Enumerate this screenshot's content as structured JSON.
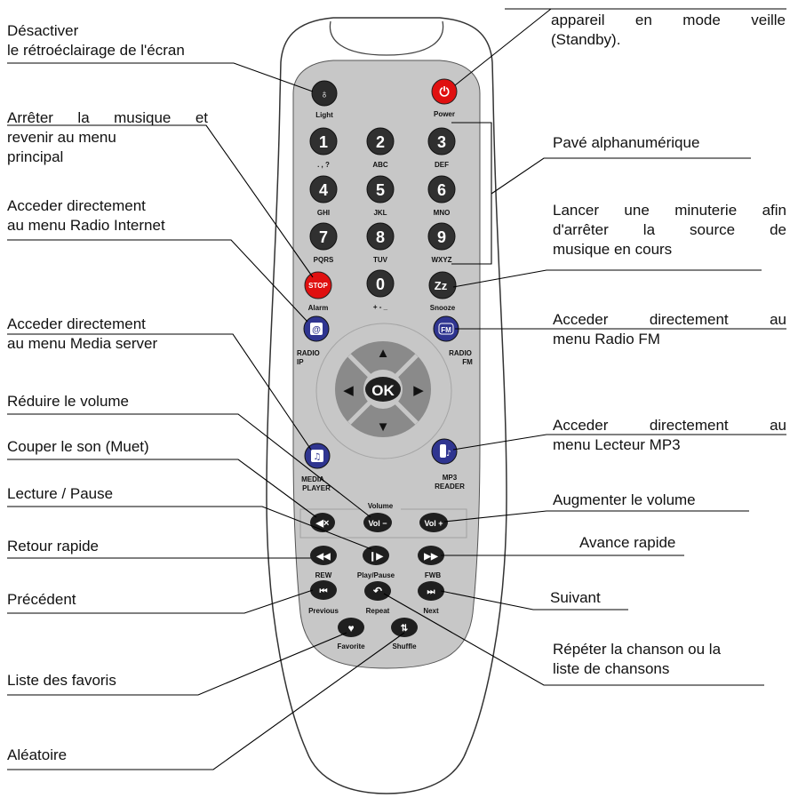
{
  "buttons": {
    "light_label": "Light",
    "power_label": "Power",
    "num1": "1",
    "num1_sub": ". , ?",
    "num2": "2",
    "num2_sub": "ABC",
    "num3": "3",
    "num3_sub": "DEF",
    "num4": "4",
    "num4_sub": "GHI",
    "num5": "5",
    "num5_sub": "JKL",
    "num6": "6",
    "num6_sub": "MNO",
    "num7": "7",
    "num7_sub": "PQRS",
    "num8": "8",
    "num8_sub": "TUV",
    "num9": "9",
    "num9_sub": "WXYZ",
    "num0": "0",
    "num0_sub": "+ - _",
    "stop_glyph": "STOP",
    "alarm_label": "Alarm",
    "snooze_glyph": "Zz",
    "snooze_label": "Snooze",
    "radio_ip_label_1": "RADIO",
    "radio_ip_label_2": "IP",
    "radio_fm_glyph": "FM",
    "radio_fm_label_1": "RADIO",
    "radio_fm_label_2": "FM",
    "ok_label": "OK",
    "media_player_label_1": "MEDIA",
    "media_player_label_2": "PLAYER",
    "mp3_reader_label_1": "MP3",
    "mp3_reader_label_2": "READER",
    "volume_group_label": "Volume",
    "vol_minus": "Vol −",
    "vol_plus": "Vol +",
    "rew_label": "REW",
    "playpause_label": "Play/Pause",
    "fwb_label": "FWB",
    "previous_label": "Previous",
    "repeat_label": "Repeat",
    "next_label": "Next",
    "favorite_label": "Favorite",
    "shuffle_label": "Shuffle"
  },
  "annotations": {
    "backlight": [
      "Désactiver",
      "le rétroéclairage de l'écran"
    ],
    "standby": [
      "appareil en mode veille",
      "(Standby)."
    ],
    "stop": [
      "Arrêter la musique et",
      "revenir au menu",
      "principal"
    ],
    "keypad": [
      "Pavé alphanumérique"
    ],
    "radio_internet": [
      "Acceder directement",
      "au menu Radio Internet"
    ],
    "timer": [
      "Lancer une minuterie afin",
      "d'arrêter la source de",
      "musique en cours"
    ],
    "media_server": [
      "Acceder directement",
      "au menu Media server"
    ],
    "radio_fm": [
      "Acceder directement au",
      "menu Radio FM"
    ],
    "volume_down": [
      "Réduire le volume"
    ],
    "mp3": [
      "Acceder directement au",
      "menu Lecteur MP3"
    ],
    "mute": [
      "Couper le son (Muet)"
    ],
    "play_pause": [
      "Lecture / Pause"
    ],
    "volume_up": [
      "Augmenter le volume"
    ],
    "rewind": [
      "Retour rapide"
    ],
    "forward": [
      "Avance rapide"
    ],
    "previous": [
      "Précédent"
    ],
    "next": [
      "Suivant"
    ],
    "repeat": [
      "Répéter la chanson ou la",
      "liste de chansons"
    ],
    "favorites": [
      "Liste des favoris"
    ],
    "shuffle": [
      "Aléatoire"
    ]
  },
  "colors": {
    "remote_body": "#ffffff",
    "remote_panel": "#c7c7c7",
    "button_dark": "#303030",
    "button_red": "#e01010",
    "button_blue": "#2f3590",
    "dpad_ring": "#8a8a8a",
    "leader_line": "#000000"
  }
}
